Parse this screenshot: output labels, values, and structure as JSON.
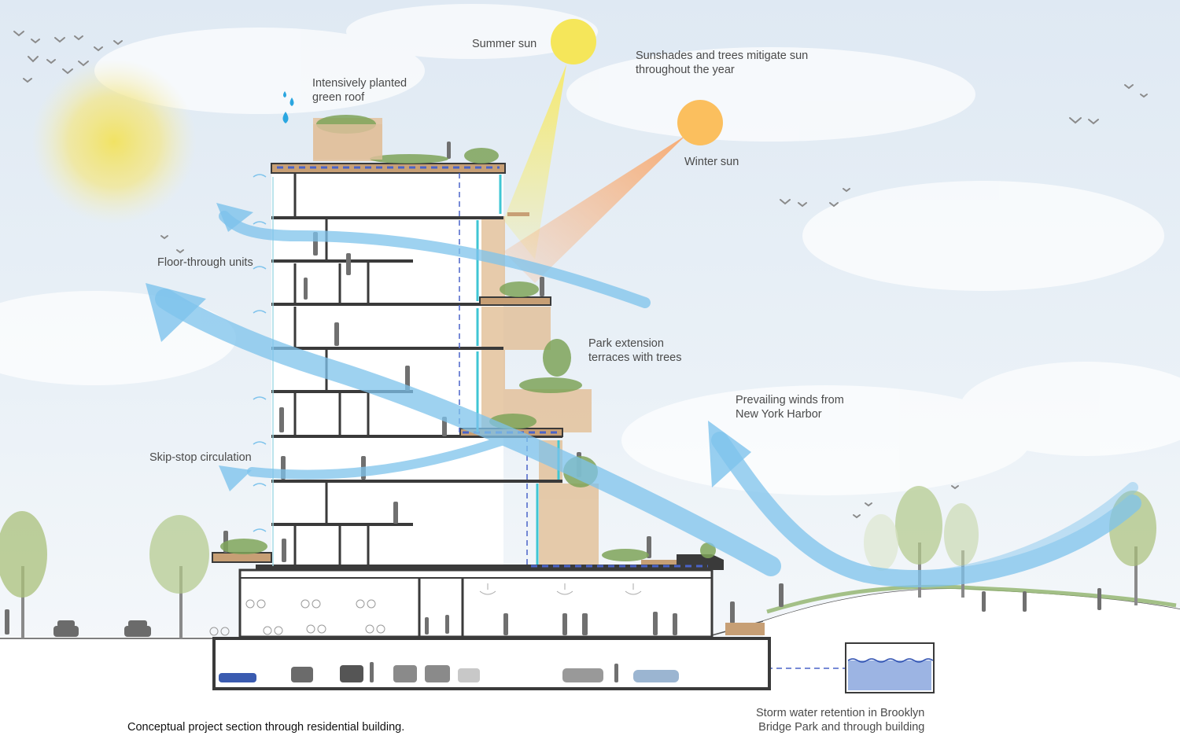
{
  "labels": {
    "summer_sun": "Summer sun",
    "sunshades_line1": "Sunshades and trees mitigate sun",
    "sunshades_line2": "throughout the year",
    "green_roof_line1": "Intensively planted",
    "green_roof_line2": "green roof",
    "winter_sun": "Winter sun",
    "floor_through": "Floor-through units",
    "park_extension_line1": "Park extension",
    "park_extension_line2": "terraces with trees",
    "winds_line1": "Prevailing winds from",
    "winds_line2": "New York Harbor",
    "skip_stop": "Skip-stop circulation",
    "storm_line1": "Storm water retention in Brooklyn",
    "storm_line2": "Bridge Park and through building"
  },
  "caption": "Conceptual project section through residential building.",
  "colors": {
    "sky": "#e3edf6",
    "summer_sun": "#f5e65a",
    "winter_sun": "#fbbf5e",
    "wind_arrow": "#7ec3ec",
    "glass": "#3fc6d4",
    "structure": "#3a3a3a",
    "timber": "#d9b48a",
    "roof_drain": "#4a63c8",
    "water": "#9cb4e3",
    "greenery": "#7fa45a"
  },
  "icons": [
    "sun-icon",
    "water-drop-icon",
    "bird-icon",
    "tree-icon",
    "car-icon",
    "person-icon",
    "bicycle-icon",
    "chandelier-icon",
    "wind-arrow-icon"
  ]
}
